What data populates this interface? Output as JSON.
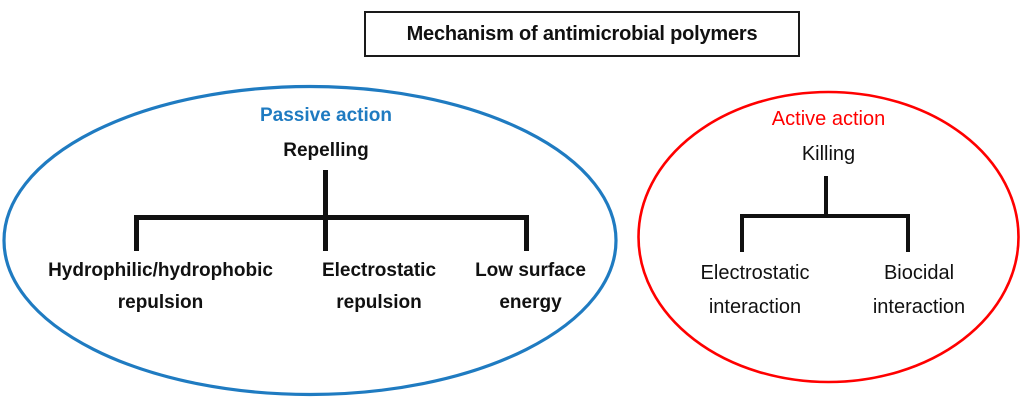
{
  "title": {
    "text": "Mechanism of antimicrobial polymers"
  },
  "colors": {
    "passive_accent": "#1F7BC1",
    "active_accent": "#FF0000",
    "text": "#111111",
    "background": "#FFFFFF"
  },
  "branches": [
    {
      "id": "passive",
      "heading": "Passive action",
      "node": "Repelling",
      "leaves": [
        {
          "line1": "Hydrophilic/hydrophobic",
          "line2": "repulsion"
        },
        {
          "line1": "Electrostatic",
          "line2": "repulsion"
        },
        {
          "line1": "Low surface",
          "line2": "energy"
        }
      ]
    },
    {
      "id": "active",
      "heading": "Active action",
      "node": "Killing",
      "leaves": [
        {
          "line1": "Electrostatic",
          "line2": "interaction"
        },
        {
          "line1": "Biocidal",
          "line2": "interaction"
        }
      ]
    }
  ]
}
